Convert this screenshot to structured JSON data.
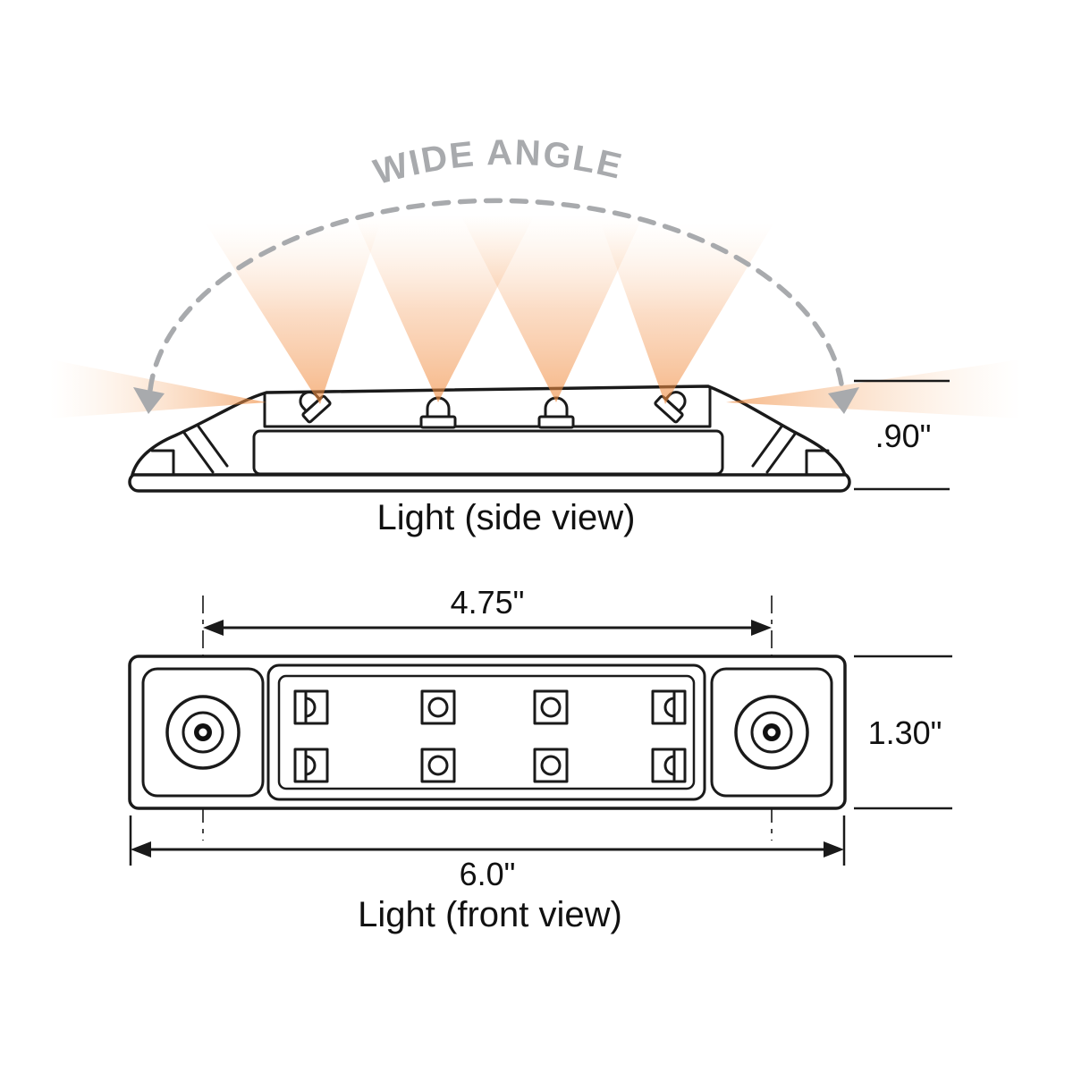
{
  "labels": {
    "wide_angle": "WIDE ANGLE",
    "side_caption": "Light (side view)",
    "front_caption": "Light (front view)"
  },
  "dimensions": {
    "side_height": ".90\"",
    "front_hole_spacing": "4.75\"",
    "front_height": "1.30\"",
    "front_width": "6.0\""
  },
  "colors": {
    "beam_orange": "#F08A3C",
    "beam_fade": "#FBD3AE",
    "arc_gray": "#A8AAAD",
    "outline": "#1A1A1A"
  }
}
